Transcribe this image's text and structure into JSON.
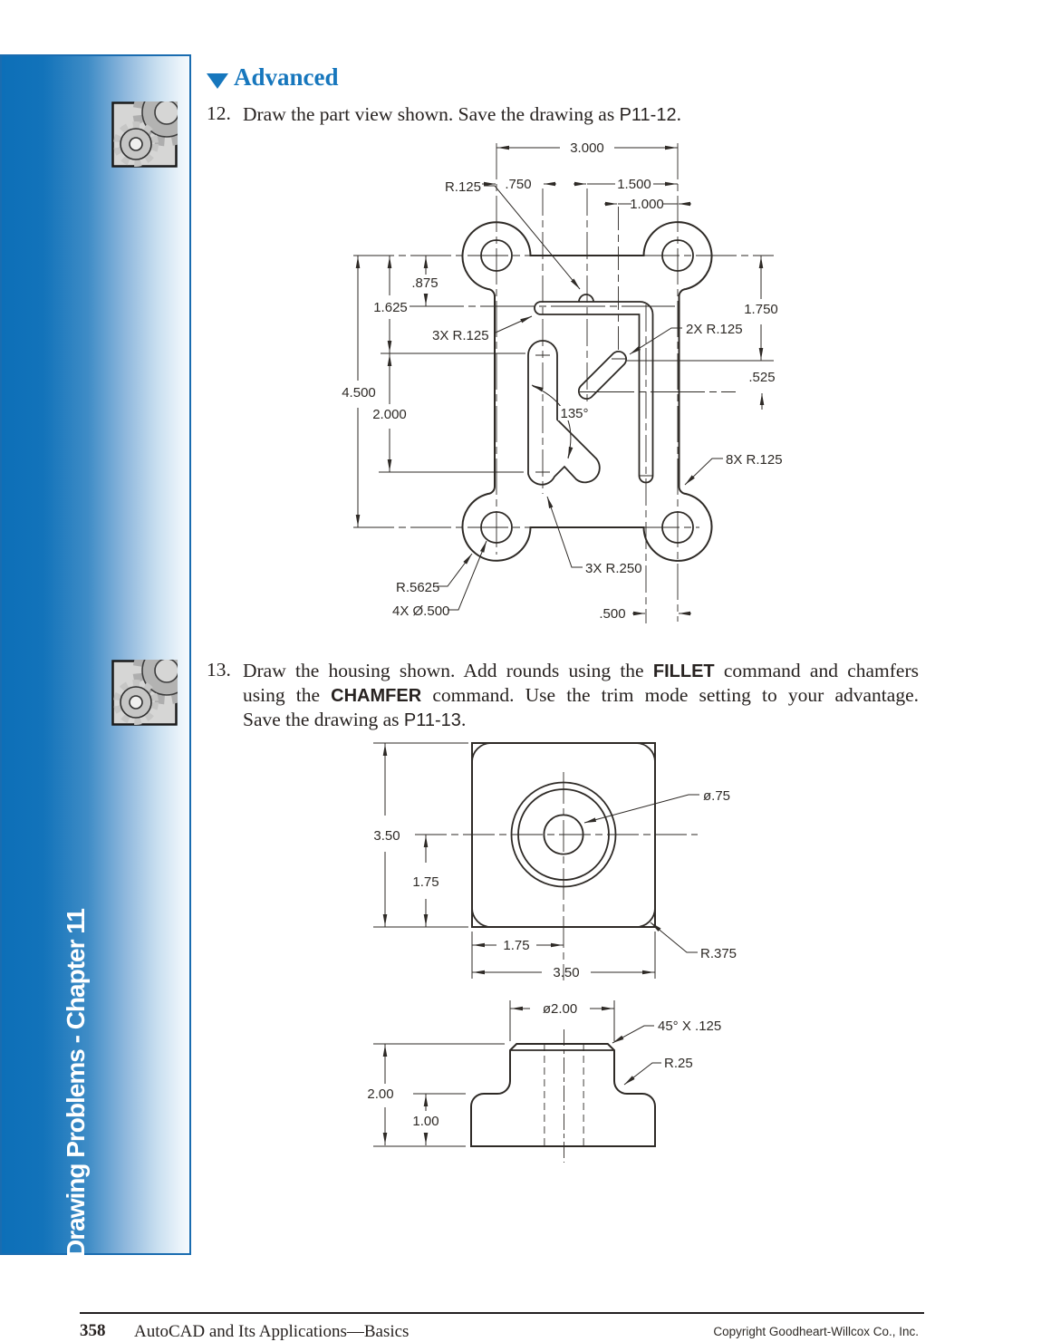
{
  "sidebar": {
    "vertical_text": "Drawing Problems - Chapter 11"
  },
  "section": {
    "heading": "Advanced"
  },
  "problem12": {
    "number": "12.",
    "text": "Draw the part view shown. Save the drawing as ",
    "filename": "P11-12",
    "period": "."
  },
  "problem13": {
    "number": "13.",
    "l1a": "Draw the housing shown. Add rounds using the ",
    "l1b": "FILLET",
    "l1c": " command and chamfers",
    "l2a": "using the ",
    "l2b": "CHAMFER",
    "l2c": " command. Use the trim mode setting to your advantage.",
    "l3a": "Save the drawing as ",
    "l3b": "P11-13",
    "l3c": "."
  },
  "drawings": {
    "part_view": {
      "dims": {
        "total_width": "3.000",
        "off750": ".750",
        "off1500": "1.500",
        "off1000": "1.000",
        "r125": "R.125",
        "h875": ".875",
        "h1625": "1.625",
        "r125x3": "3X R.125",
        "r125x2": "2X R.125",
        "h1750": "1.750",
        "w525": ".525",
        "total_height": "4.500",
        "h2000": "2.000",
        "angle135": "135°",
        "r125x8": "8X R.125",
        "r250x3": "3X R.250",
        "r5625": "R.5625",
        "holes": "4X Ø.500",
        "w500": ".500"
      }
    },
    "top_view": {
      "dims": {
        "height350": "3.50",
        "height175": "1.75",
        "dia75": "ø.75",
        "r375": "R.375",
        "width175": "1.75",
        "width350": "3.50"
      }
    },
    "front_view": {
      "dims": {
        "dia200": "ø2.00",
        "chamfer": "45° X .125",
        "r25": "R.25",
        "height200": "2.00",
        "height100": "1.00"
      }
    }
  },
  "footer": {
    "page_number": "358",
    "book_title": "AutoCAD and Its Applications—Basics",
    "copyright": "Copyright Goodheart-Willcox Co., Inc."
  }
}
